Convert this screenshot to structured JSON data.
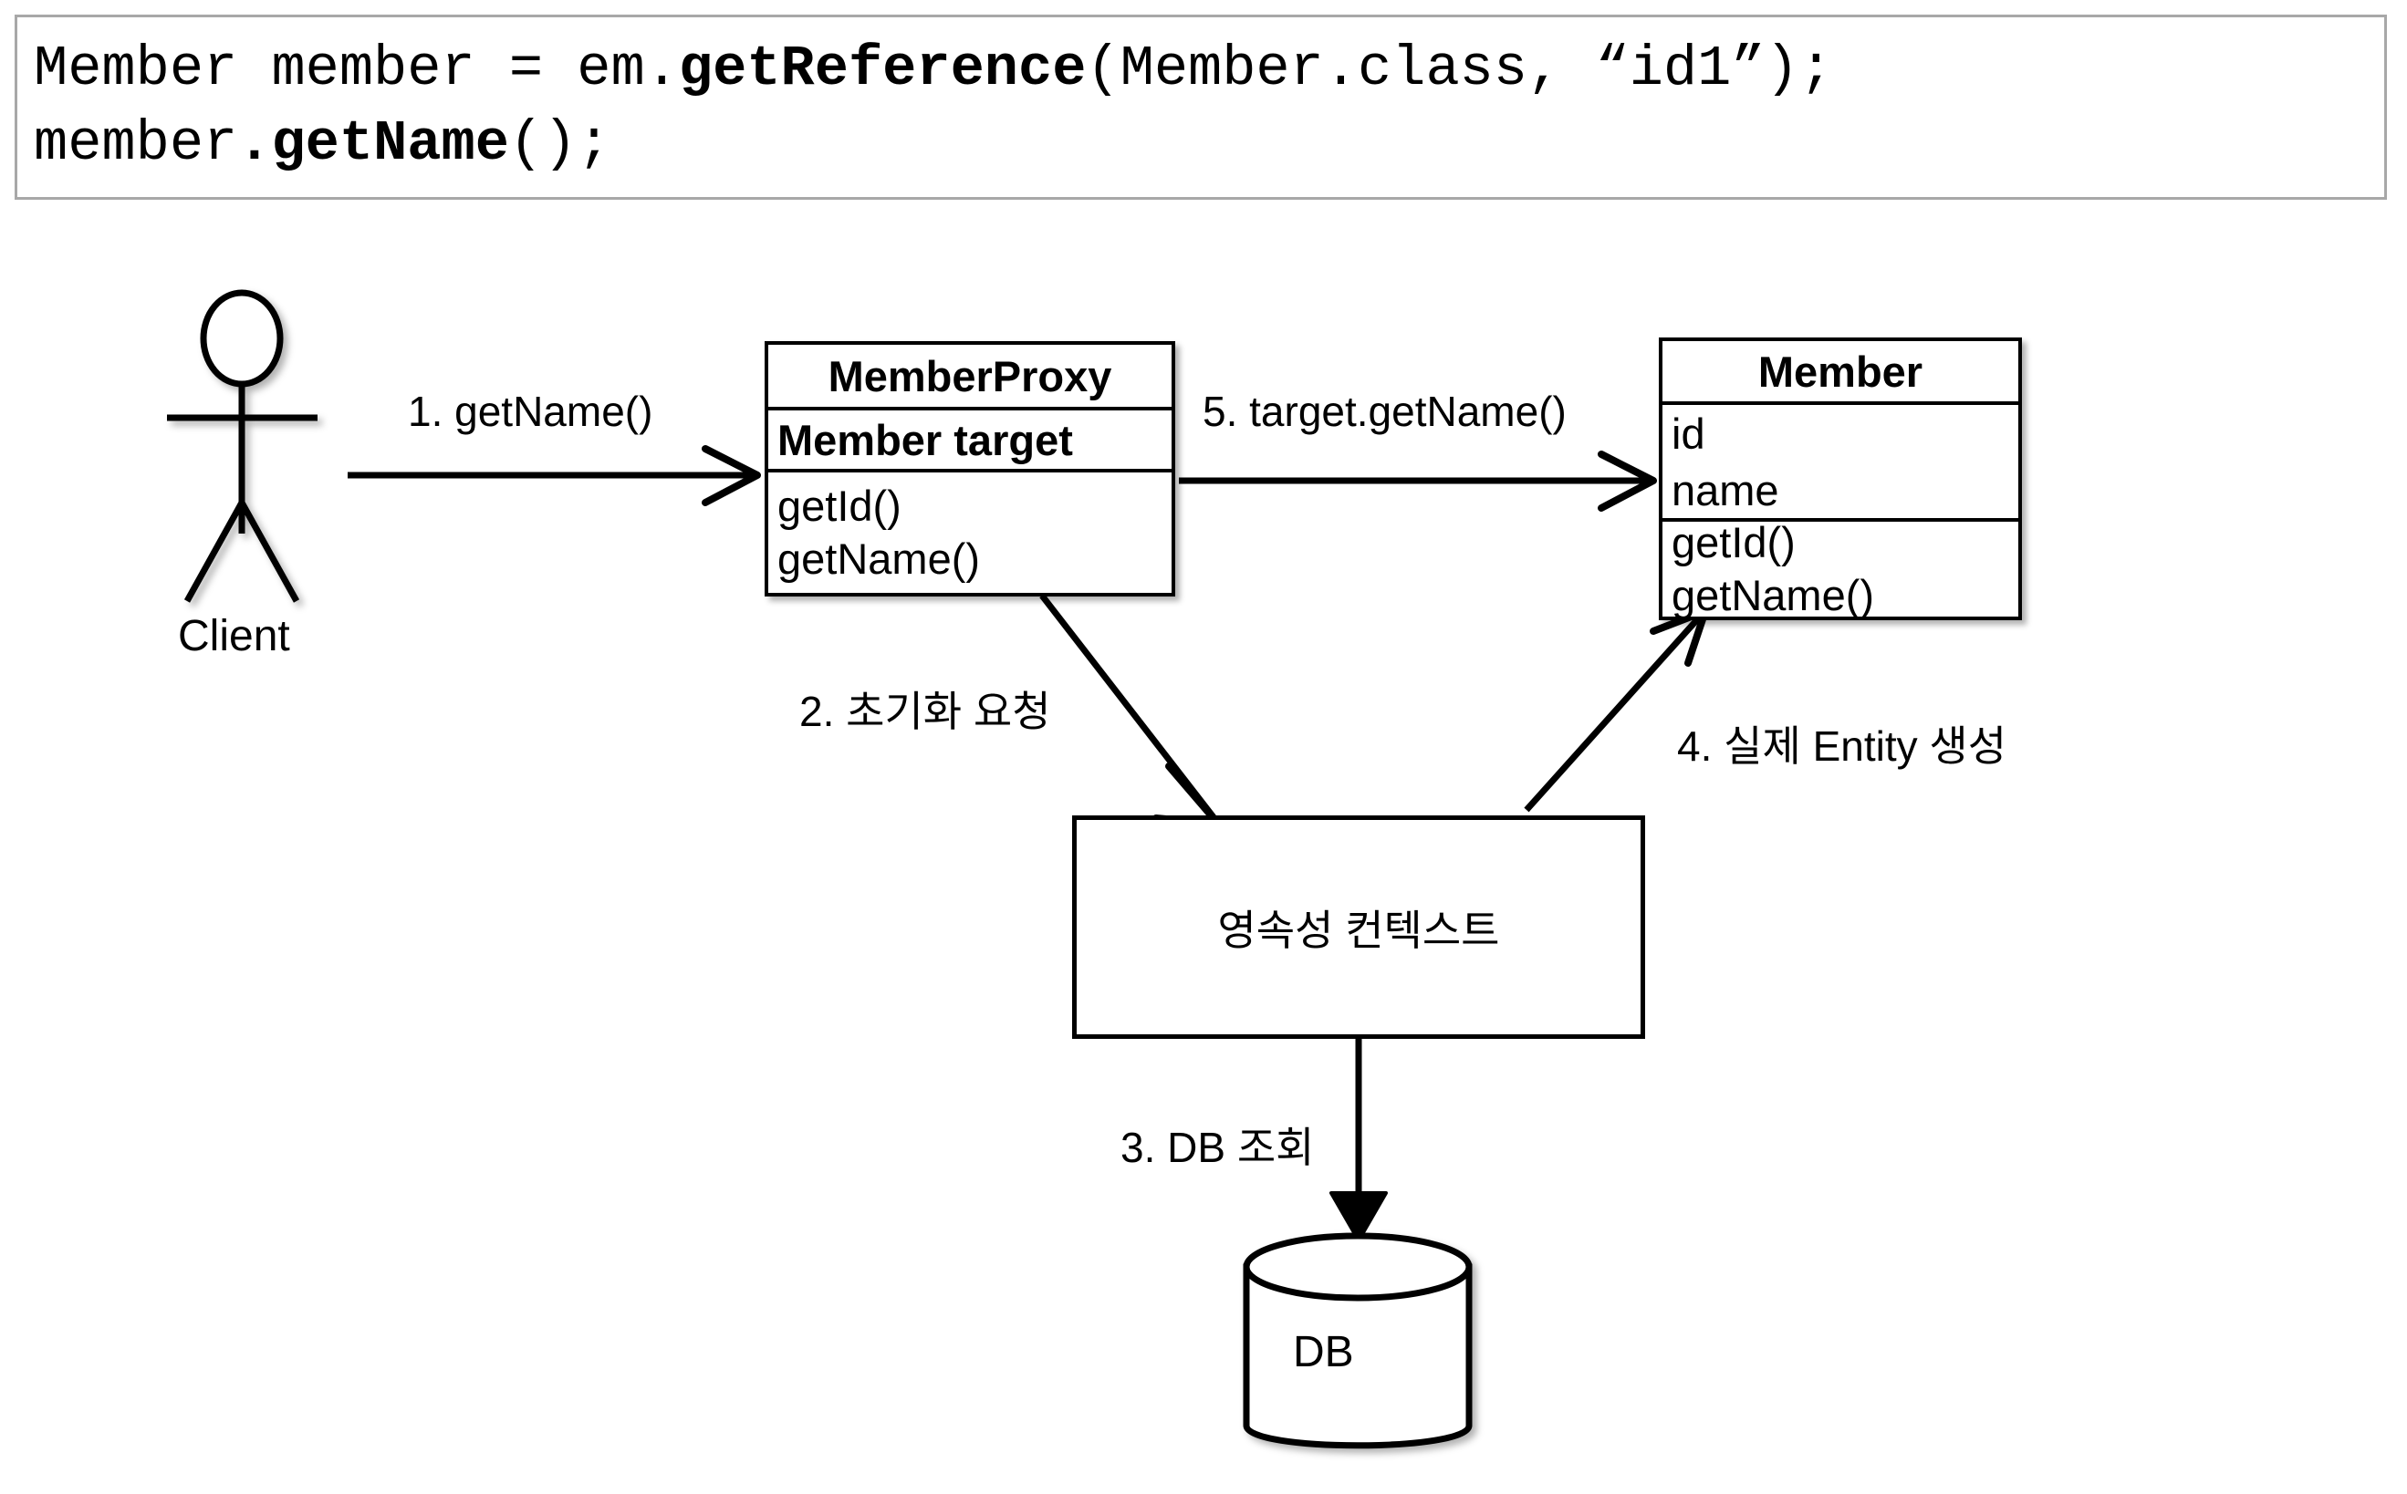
{
  "code_block": {
    "line1_plain1": "Member member = em.",
    "line1_bold": "getReference",
    "line1_plain2": "(Member.class, “id1”);",
    "line2_plain1": "member",
    "line2_bold": ".getName",
    "line2_plain2": "();"
  },
  "diagram": {
    "actor": {
      "label": "Client"
    },
    "member_proxy": {
      "title": "MemberProxy",
      "attribute": "Member target",
      "methods": "getId()\ngetName()"
    },
    "member_entity": {
      "title": "Member",
      "fields": "id\nname",
      "methods": "getId()\ngetName()"
    },
    "persistence_context": {
      "label": "영속성 컨텍스트"
    },
    "database": {
      "label": "DB"
    },
    "flows": [
      {
        "step": "1",
        "label": "1. getName()",
        "from": "Client",
        "to": "MemberProxy"
      },
      {
        "step": "2",
        "label": "2. 초기화 요청",
        "from": "MemberProxy",
        "to": "영속성 컨텍스트"
      },
      {
        "step": "3",
        "label": "3. DB 조회",
        "from": "영속성 컨텍스트",
        "to": "DB"
      },
      {
        "step": "4",
        "label": "4. 실제 Entity 생성",
        "from": "영속성 컨텍스트",
        "to": "Member"
      },
      {
        "step": "5",
        "label": "5. target.getName()",
        "from": "MemberProxy",
        "to": "Member"
      }
    ]
  },
  "colors": {
    "stroke": "#000000",
    "code_border": "#a8a8a8",
    "background": "#ffffff"
  }
}
